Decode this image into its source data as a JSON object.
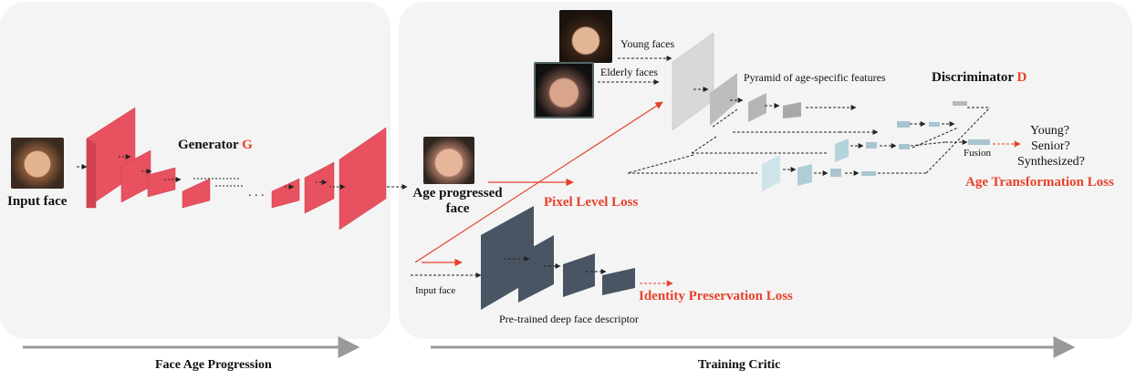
{
  "left_panel": {
    "input_face_label": "Input face",
    "generator_label": "Generator",
    "generator_symbol": "G",
    "age_progressed_label": "Age progressed face",
    "caption": "Face Age Progression"
  },
  "right_panel": {
    "young_faces_label": "Young faces",
    "elderly_faces_label": "Elderly faces",
    "pyramid_label": "Pyramid of age-specific features",
    "discriminator_label": "Discriminator",
    "discriminator_symbol": "D",
    "fusion_label": "Fusion",
    "outputs": [
      "Young?",
      "Senior?",
      "Synthesized?"
    ],
    "age_loss_label": "Age Transformation Loss",
    "pixel_loss_label": "Pixel Level Loss",
    "input_face_small_label": "Input face",
    "descriptor_label": "Pre-trained deep face descriptor",
    "identity_loss_label": "Identity Preservation Loss",
    "caption": "Training Critic"
  },
  "colors": {
    "generator": "#e8515f",
    "descriptor": "#4a5563",
    "pyramid": "#cfcfcf",
    "discriminator_blocks": "#a8bcc4",
    "accent_red": "#e8412a",
    "panel_bg": "#f4f4f4"
  },
  "icons": [
    "young-face-photo",
    "elderly-face-photo",
    "input-face-photo",
    "aged-face-photo"
  ]
}
